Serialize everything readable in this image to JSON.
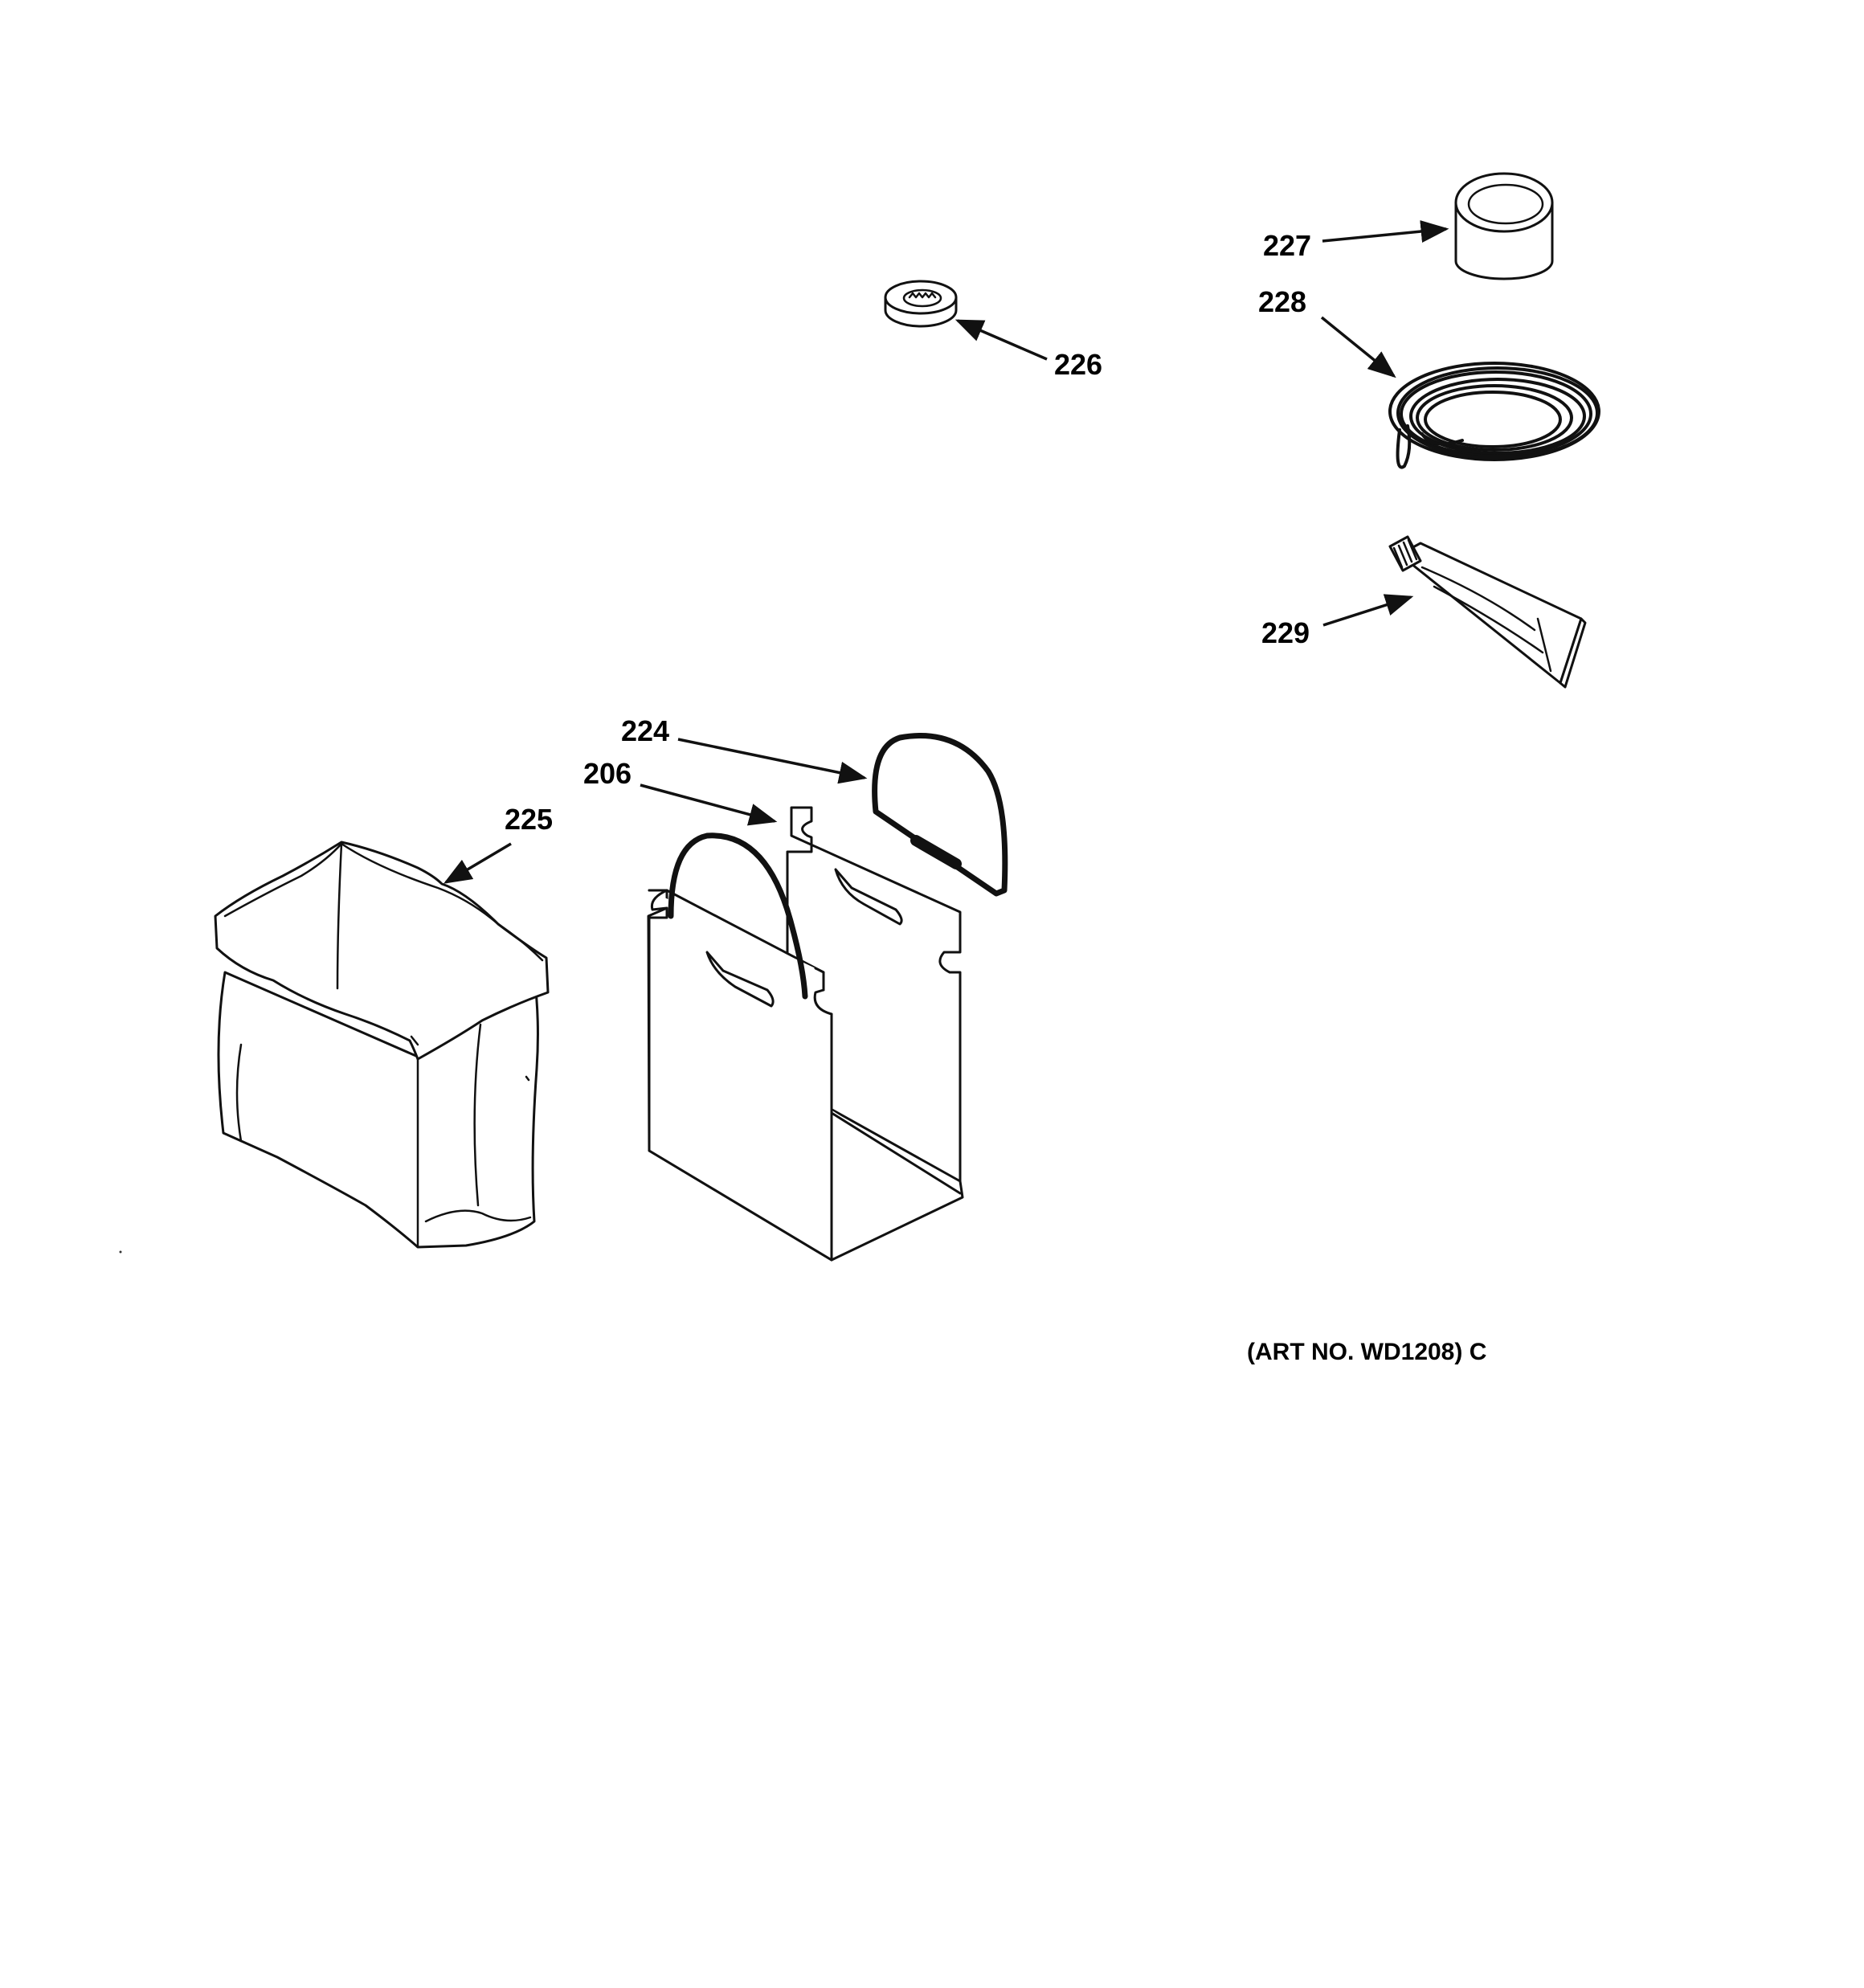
{
  "callouts": {
    "p206": "206",
    "p224": "224",
    "p225": "225",
    "p226": "226",
    "p227": "227",
    "p228": "228",
    "p229": "229"
  },
  "art_number": "(ART NO. WD1208) C"
}
